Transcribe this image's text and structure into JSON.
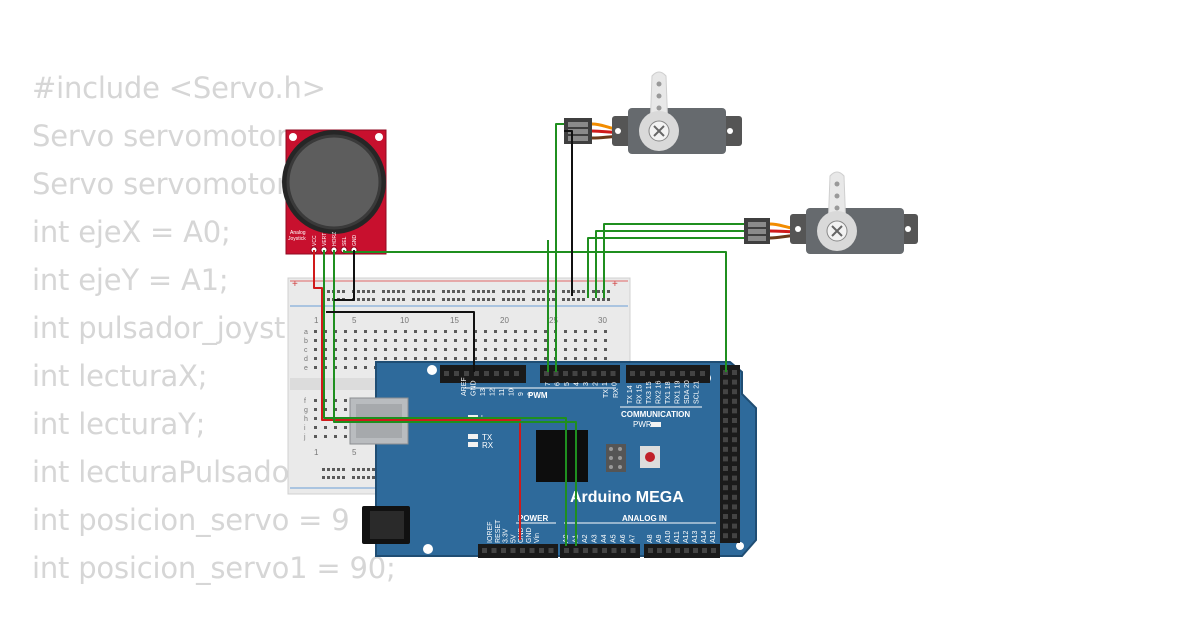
{
  "code_lines": [
    "#include <Servo.h>",
    "Servo servomotor",
    "Servo servomotor",
    "int ejeX = A0;",
    "int ejeY = A1;",
    "int pulsador_joyst",
    "int lecturaX;",
    "int lecturaY;",
    "int lecturaPulsador",
    "int posicion_servo = 9",
    "int posicion_servo1 = 90;"
  ],
  "board": {
    "name": "Arduino MEGA",
    "pwm_label": "PWM",
    "communication_label": "COMMUNICATION",
    "power_label": "POWER",
    "analog_label": "ANALOG IN",
    "pwr_label": "PWR",
    "led_l": "L",
    "led_tx": "TX",
    "led_rx": "RX",
    "top_pins_left": [
      "AREF",
      "GND",
      "13",
      "12",
      "11",
      "10",
      "9",
      "8"
    ],
    "top_pins_mid": [
      "7",
      "6",
      "5",
      "4",
      "3",
      "2",
      "1",
      "0"
    ],
    "top_pins_comm": [
      "TX 14",
      "RX 15",
      "TX3 15",
      "RX2 16",
      "TX1 18",
      "RX1 19",
      "SDA 20",
      "SCL 21"
    ],
    "tx_rx": [
      "TX",
      "RX"
    ],
    "power_pins": [
      "IOREF",
      "RESET",
      "3.3V",
      "5V",
      "GND",
      "GND",
      "Vin"
    ],
    "analog_pins_a": [
      "A0",
      "A1",
      "A2",
      "A3",
      "A4",
      "A5",
      "A6",
      "A7"
    ],
    "analog_pins_b": [
      "A8",
      "A9",
      "A10",
      "A11",
      "A12",
      "A13",
      "A14",
      "A15"
    ]
  },
  "joystick": {
    "label_line1": "Analog",
    "label_line2": "Joystick",
    "pins": [
      "VCC",
      "VERT",
      "HORZ",
      "SEL",
      "GND"
    ]
  },
  "breadboard": {
    "col_numbers": [
      "1",
      "5",
      "10",
      "15",
      "20",
      "25",
      "30"
    ],
    "row_letters_top": [
      "a",
      "b",
      "c",
      "d",
      "e"
    ],
    "row_letters_bottom": [
      "f",
      "g",
      "h",
      "i",
      "j"
    ],
    "plus": "+"
  },
  "colors": {
    "board_blue": "#2e6a9b",
    "board_dark": "#1f4d73",
    "joystick_red": "#c8102e",
    "wire_green": "#1f8f1f",
    "wire_red": "#d01a1a",
    "wire_black": "#111111",
    "wire_orange": "#f28c00",
    "servo_gray": "#666a6e"
  }
}
